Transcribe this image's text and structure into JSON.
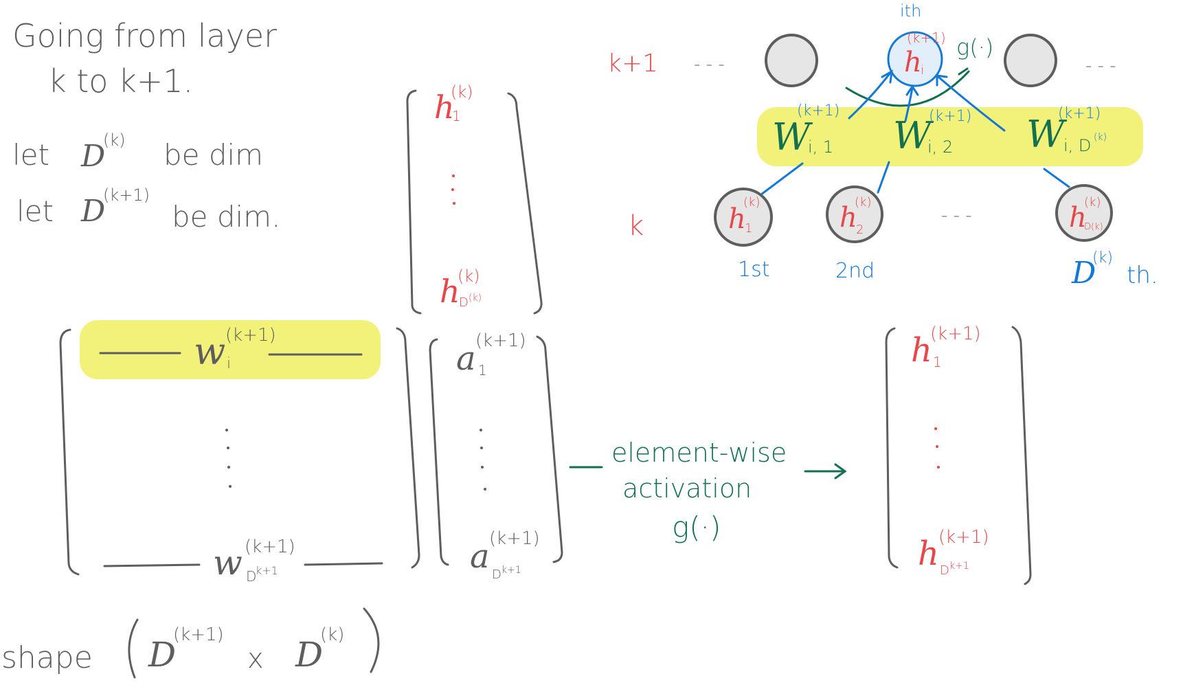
{
  "notes": {
    "line1": "Going from layer",
    "line2": "k  to  k+1.",
    "line3_pre": "let",
    "line3_d": "D",
    "line3_sup": "(k)",
    "line3_post": "be dim",
    "line4_pre": "let",
    "line4_d": "D",
    "line4_sup": "(k+1)",
    "line4_post": "be dim."
  },
  "weight_matrix": {
    "row_first_w": "w",
    "row_first_sub": "i",
    "row_first_sup": "(k+1)",
    "row_last_w": "w",
    "row_last_sub": "D",
    "row_last_subsup": "k+1",
    "row_last_sup": "(k+1)",
    "shape_label": "shape",
    "shape_left": "D",
    "shape_left_sup": "(k+1)",
    "shape_x": "x",
    "shape_right": "D",
    "shape_right_sup": "(k)"
  },
  "input_vector": {
    "first": "h",
    "first_sub": "1",
    "first_sup": "(k)",
    "last": "h",
    "last_sub": "D",
    "last_subsup": "(k)",
    "last_sup": "(k)"
  },
  "preact_vector": {
    "first": "a",
    "first_sub": "1",
    "first_sup": "(k+1)",
    "last": "a",
    "last_sub": "D",
    "last_subsup": "k+1",
    "last_sup": "(k+1)"
  },
  "activation": {
    "line1": "element-wise",
    "line2": "activation",
    "line3": "g(·)"
  },
  "output_vector": {
    "first": "h",
    "first_sub": "1",
    "first_sup": "(k+1)",
    "last": "h",
    "last_sub": "D",
    "last_subsup": "k+1",
    "last_sup": "(k+1)"
  },
  "network": {
    "layer_top_label": "k+1",
    "layer_bottom_label": "k",
    "ith_label": "ith",
    "target_h": "h",
    "target_sub": "i",
    "target_sup": "(k+1)",
    "g_label": "g(·)",
    "w1": "W",
    "w1_sub": "i, 1",
    "w1_sup": "(k+1)",
    "w2": "W",
    "w2_sub": "i, 2",
    "w2_sup": "(k+1)",
    "w3": "W",
    "w3_sub": "i, D",
    "w3_subsup": "(k)",
    "w3_sup": "(k+1)",
    "n1_h": "h",
    "n1_sub": "1",
    "n1_sup": "(k)",
    "n2_h": "h",
    "n2_sub": "2",
    "n2_sup": "(k)",
    "n3_h": "h",
    "n3_sub": "D(k)",
    "n3_sup": "(k)",
    "ord1": "1st",
    "ord2": "2nd",
    "ord3": "D",
    "ord3_sup": "(k)",
    "ord3_suffix": "th.",
    "dashes": "- - -"
  },
  "colors": {
    "gray": "#5e5e5e",
    "red": "#e8474a",
    "blue": "#1479d6",
    "green": "#137150",
    "highlight": "#f2f27a",
    "node_fill": "#e6e6e6",
    "node_target_fill": "#e3eefb"
  }
}
